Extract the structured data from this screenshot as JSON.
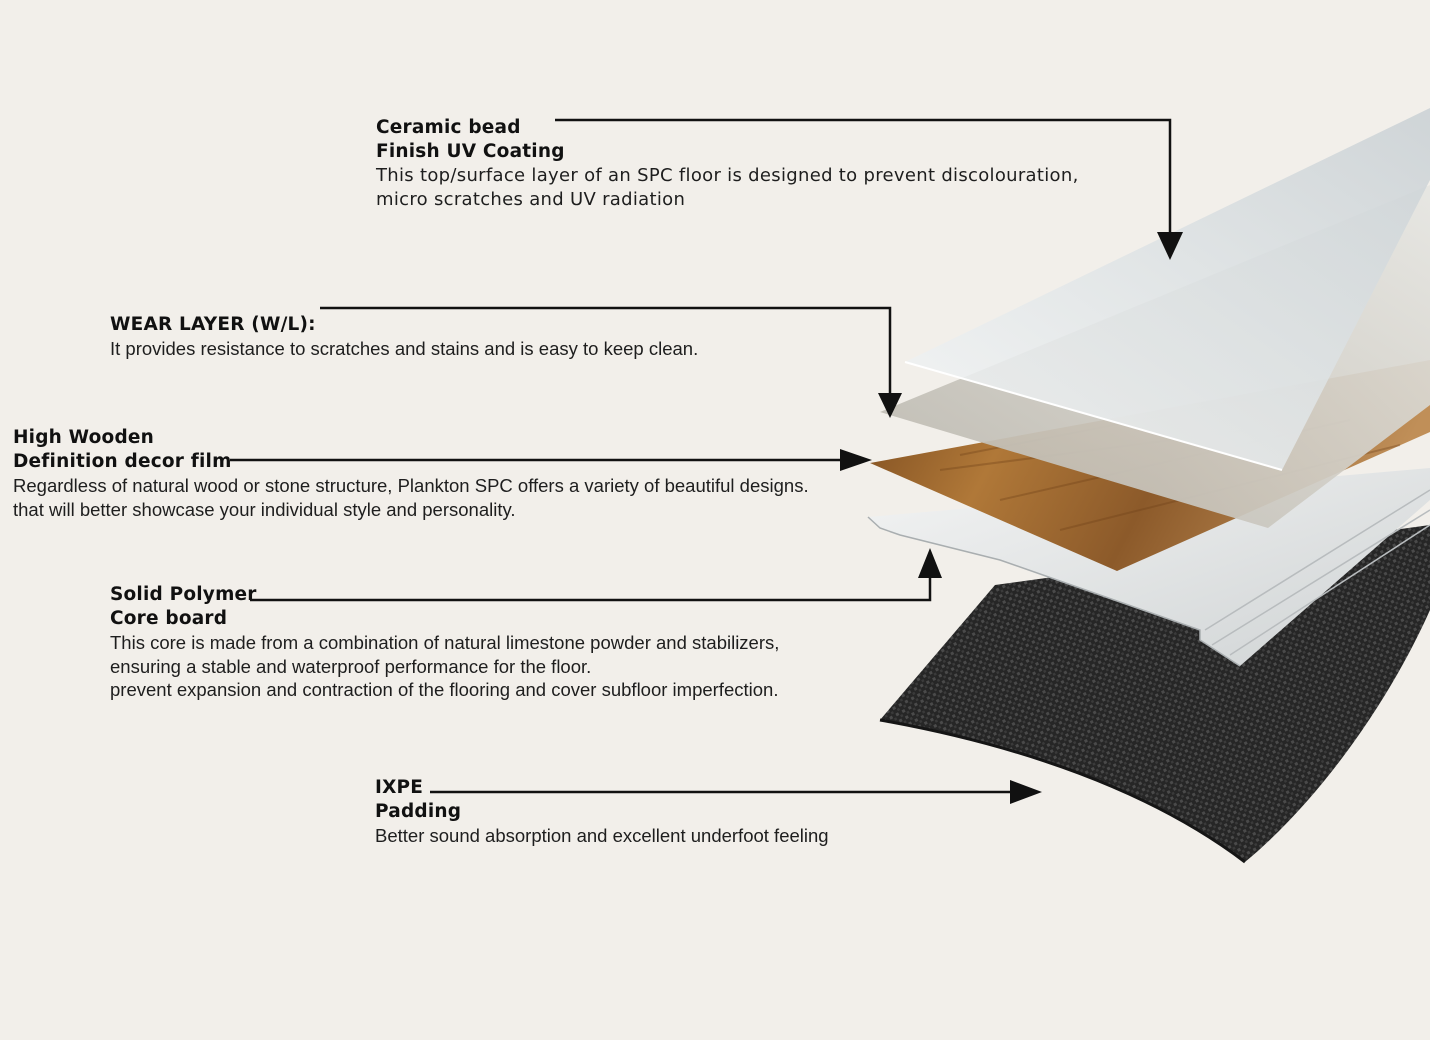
{
  "layers": {
    "ceramic": {
      "title_line1": "Ceramic bead",
      "title_line2": "Finish UV Coating",
      "desc_line1": "This top/surface layer of an SPC floor is designed to prevent discolouration,",
      "desc_line2": "micro scratches and UV radiation"
    },
    "wear": {
      "title_line1": "WEAR LAYER (W/L):",
      "desc_line1": "It provides resistance to scratches and stains and is easy to keep clean."
    },
    "decor": {
      "title_line1": "High Wooden",
      "title_line2": "Definition decor film",
      "desc_line1": "Regardless of natural wood or stone structure, Plankton  SPC offers a variety of beautiful designs.",
      "desc_line2": "that will better showcase your individual style and personality."
    },
    "core": {
      "title_line1": "Solid Polymer",
      "title_line2": "Core board",
      "desc_line1": "This core is made from a combination of natural limestone powder and stabilizers,",
      "desc_line2": "ensuring a stable and waterproof performance for the floor.",
      "desc_line3": "prevent expansion and contraction of the flooring and cover subfloor imperfection."
    },
    "ixpe": {
      "title_line1": "IXPE",
      "title_line2": "Padding",
      "desc_line1": "Better sound absorption and excellent underfoot feeling"
    }
  },
  "colors": {
    "background": "#f2efea",
    "arrow": "#111111",
    "uv_layer": "#e4e8ea",
    "wear_layer": "#c9c8c2",
    "decor_film": "#9a6228",
    "core_board": "#e6e8e8",
    "ixpe_padding": "#2b2b2b"
  }
}
